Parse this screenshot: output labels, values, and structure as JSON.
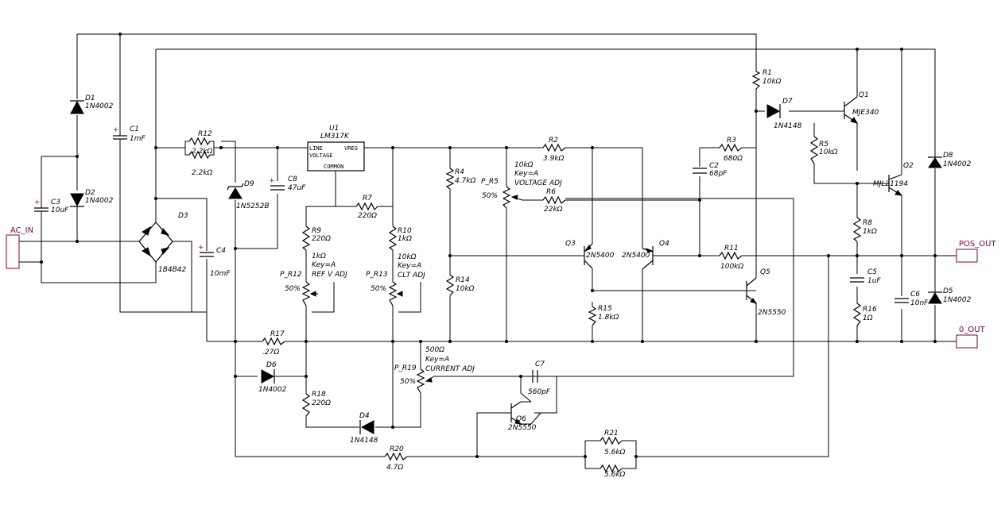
{
  "ports": {
    "ac_in": "AC_IN",
    "pos_out": "POS_OUT",
    "zero_out": "0_OUT"
  },
  "ic": {
    "ref": "U1",
    "part": "LM317K",
    "pin_line": "LINE",
    "pin_voltage": "VOLTAGE",
    "pin_vreg": "VREG",
    "pin_common": "COMMON"
  },
  "components": {
    "D1": {
      "ref": "D1",
      "value": "1N4002"
    },
    "D2": {
      "ref": "D2",
      "value": "1N4002"
    },
    "D3": {
      "ref": "D3",
      "value": "1B4B42"
    },
    "D4": {
      "ref": "D4",
      "value": "1N4148"
    },
    "D5": {
      "ref": "D5",
      "value": "1N4002"
    },
    "D6": {
      "ref": "D6",
      "value": "1N4002"
    },
    "D7": {
      "ref": "D7",
      "value": "1N4148"
    },
    "D8": {
      "ref": "D8",
      "value": "1N4002"
    },
    "D9": {
      "ref": "D9",
      "value": "1N5252B"
    },
    "C1": {
      "ref": "C1",
      "value": "1mF"
    },
    "C2": {
      "ref": "C2",
      "value": "68pF"
    },
    "C3": {
      "ref": "C3",
      "value": "10uF"
    },
    "C4": {
      "ref": "C4",
      "value": "10mF"
    },
    "C5": {
      "ref": "C5",
      "value": "1uF"
    },
    "C6": {
      "ref": "C6",
      "value": "10nF"
    },
    "C7": {
      "ref": "C7",
      "value": "560pF"
    },
    "C8": {
      "ref": "C8",
      "value": "47uF"
    },
    "R1": {
      "ref": "R1",
      "value": "10kΩ"
    },
    "R2": {
      "ref": "R2",
      "value": "3.9kΩ"
    },
    "R3": {
      "ref": "R3",
      "value": "680Ω"
    },
    "R4": {
      "ref": "R4",
      "value": "4.7kΩ"
    },
    "R5": {
      "ref": "R5",
      "value": "10kΩ"
    },
    "R6": {
      "ref": "R6",
      "value": "22kΩ"
    },
    "R7": {
      "ref": "R7",
      "value": "220Ω"
    },
    "R8": {
      "ref": "R8",
      "value": "1kΩ"
    },
    "R9": {
      "ref": "R9",
      "value": "220Ω"
    },
    "R10": {
      "ref": "R10",
      "value": "1kΩ"
    },
    "R11": {
      "ref": "R11",
      "value": "100kΩ"
    },
    "R12": {
      "ref": "R12",
      "value": "2.2kΩ",
      "value2": "2.2kΩ"
    },
    "R14": {
      "ref": "R14",
      "value": "10kΩ"
    },
    "R15": {
      "ref": "R15",
      "value": "1.8kΩ"
    },
    "R16": {
      "ref": "R16",
      "value": "1Ω"
    },
    "R17": {
      "ref": "R17",
      "value": ".27Ω"
    },
    "R18": {
      "ref": "R18",
      "value": "220Ω"
    },
    "R20": {
      "ref": "R20",
      "value": "4.7Ω"
    },
    "R21": {
      "ref": "R21",
      "value": "5.6kΩ",
      "value2": "5.6kΩ"
    },
    "Q1": {
      "ref": "Q1",
      "value": "MJE340"
    },
    "Q2": {
      "ref": "Q2",
      "value": "MJL21194"
    },
    "Q3": {
      "ref": "Q3",
      "value": "2N5400"
    },
    "Q4": {
      "ref": "Q4",
      "value": "2N5400"
    },
    "Q5": {
      "ref": "Q5",
      "value": "2N5550"
    },
    "Q6": {
      "ref": "Q6",
      "value": "2N5550"
    }
  },
  "pots": {
    "P_R5": {
      "ref": "P_R5",
      "value": "10kΩ",
      "key": "Key=A",
      "desc": "VOLTAGE ADJ",
      "pct": "50%"
    },
    "P_R12": {
      "ref": "P_R12",
      "value": "1kΩ",
      "key": "Key=A",
      "desc": "REF V ADJ",
      "pct": "50%"
    },
    "P_R13": {
      "ref": "P_R13",
      "value": "10kΩ",
      "key": "Key=A",
      "desc": "CLT ADJ",
      "pct": "50%"
    },
    "P_R19": {
      "ref": "P_R19",
      "value": "500Ω",
      "key": "Key=A",
      "desc": "CURRENT ADJ",
      "pct": "50%"
    }
  },
  "colors": {
    "wire": "#000000",
    "port": "#800040"
  }
}
